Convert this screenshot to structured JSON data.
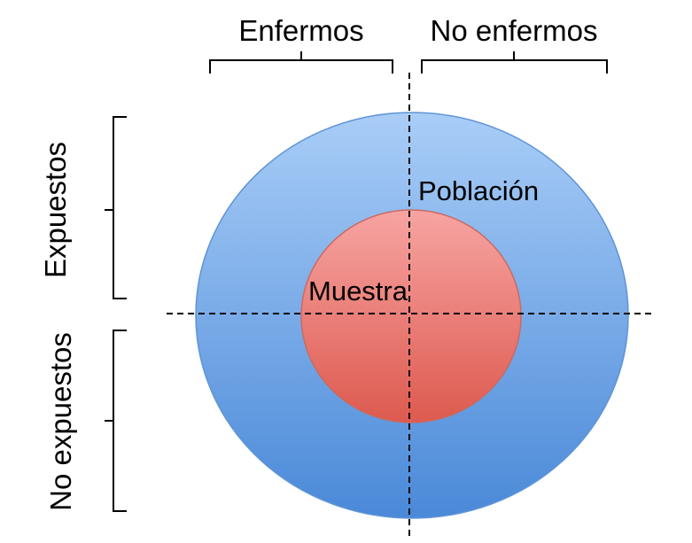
{
  "labels": {
    "enfermos": "Enfermos",
    "no_enfermos": "No enfermos",
    "expuestos": "Expuestos",
    "no_expuestos": "No expuestos",
    "poblacion": "Población",
    "muestra": "Muestra"
  },
  "colors": {
    "population_top": "#a9cdf7",
    "population_bottom": "#4a89d8",
    "population_edge": "#5f94d6",
    "sample_top": "#f7a4a2",
    "sample_bottom": "#dd5a4f",
    "sample_edge": "#c96a62"
  }
}
